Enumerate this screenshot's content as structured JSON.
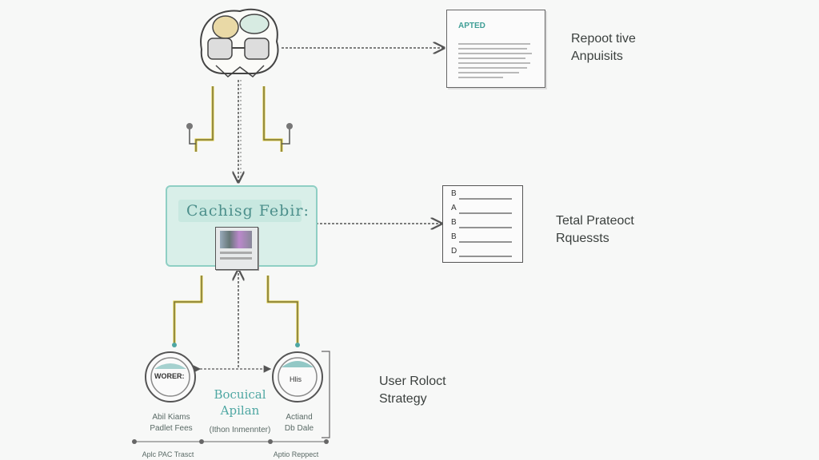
{
  "top_right": {
    "doc_title": "APTED",
    "label_line1": "Repoot tive",
    "label_line2": "Anpuisits"
  },
  "middle_right": {
    "check_letters": [
      "B",
      "A",
      "B",
      "B",
      "D"
    ],
    "label_line1": "Tetal Prateoct",
    "label_line2": "Rquessts"
  },
  "cache": {
    "title": "Cachisg Febir:"
  },
  "bottom": {
    "left_badge": "WORER:",
    "right_badge": "Hlis",
    "center_title_line1": "Bocuical",
    "center_title_line2": "Apilan",
    "center_sub": "(Ithon Inmennter)",
    "left_caption_line1": "Abil Kiams",
    "left_caption_line2": "Padlet Fees",
    "right_caption_line1": "Actiand",
    "right_caption_line2": "Db Dale",
    "footer_left": "Aplc PAC Trasct",
    "footer_right": "Aptio Reppect",
    "side_line1": "User Roloct",
    "side_line2": "Strategy"
  },
  "colors": {
    "accent": "#4fa7a3",
    "wire": "#d8c52a",
    "box_fill": "#d9efe9"
  }
}
